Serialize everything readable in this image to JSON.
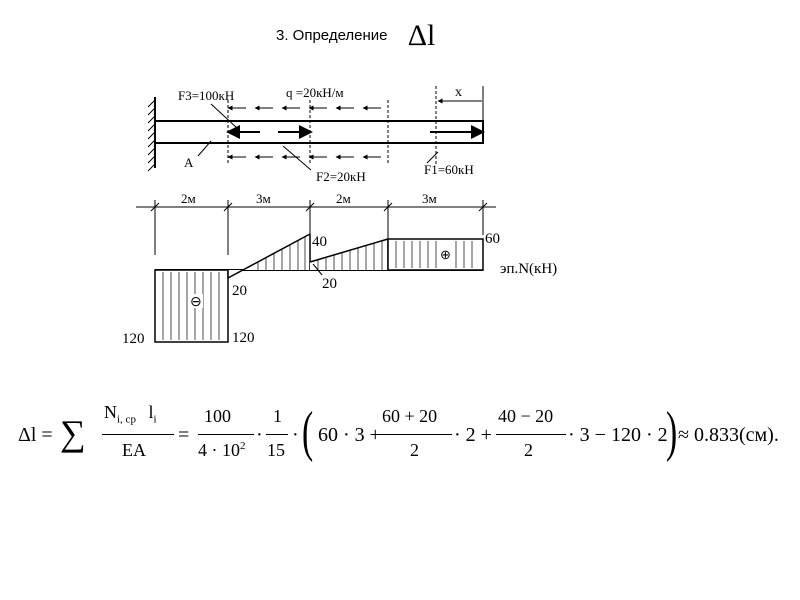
{
  "title": {
    "text": "3. Определение",
    "symbol": "Δl"
  },
  "beam": {
    "F3": "F3=100кН",
    "q": "q =20кН/м",
    "x": "x",
    "A": "A",
    "F2": "F2=20кН",
    "F1": "F1=60кН"
  },
  "dimensions": [
    "2м",
    "3м",
    "2м",
    "3м"
  ],
  "epure": {
    "label": "эп.N(кН)",
    "values": {
      "v40": "40",
      "v60": "60",
      "v20a": "20",
      "v20b": "20",
      "v120a": "120",
      "v120b": "120"
    },
    "minus": "⊖",
    "plus": "⊕"
  },
  "formula": {
    "lhs": "Δl =",
    "sum": "∑",
    "num1": "N",
    "num1_sub": "i, ср",
    "num1_l": "l",
    "num1_l_sub": "i",
    "den1": "EA",
    "eq": "=",
    "num2": "100",
    "den2": "4 · 10",
    "den2_exp": "2",
    "num3": "1",
    "den3": "15",
    "term1": "60 · 3 +",
    "num4": "60 + 20",
    "den4": "2",
    "term2": "· 2 +",
    "num5": "40 − 20",
    "den5": "2",
    "term3": "· 3 − 120 · 2",
    "result": "≈ 0.833(см)."
  }
}
